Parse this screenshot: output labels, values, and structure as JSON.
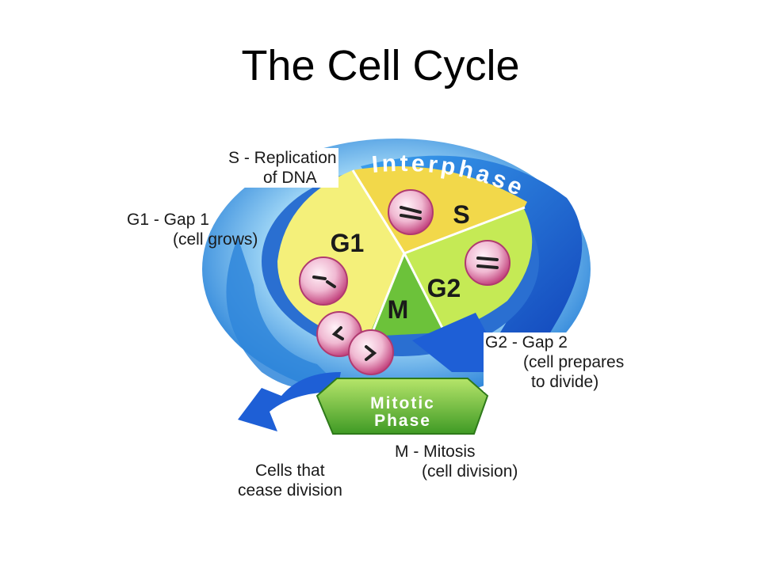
{
  "title": "The Cell Cycle",
  "ring": {
    "interphase": "Interphase",
    "mitotic_line1": "Mitotic",
    "mitotic_line2": "Phase"
  },
  "phases": {
    "g1": "G1",
    "s": "S",
    "g2": "G2",
    "m": "M"
  },
  "labels": {
    "s_line1": "S - Replication",
    "s_line2": "of DNA",
    "g1_line1": "G1 - Gap 1",
    "g1_line2": "(cell grows)",
    "g2_line1": "G2 - Gap 2",
    "g2_line2": "(cell prepares",
    "g2_line3": "to divide)",
    "m_line1": "M - Mitosis",
    "m_line2": "(cell division)",
    "cease_line1": "Cells that",
    "cease_line2": "cease division"
  },
  "colors": {
    "ring_blue": "#1e5fd6",
    "ring_light": "#8fd0f5",
    "g1_yellow": "#f4f07a",
    "s_yellow": "#f2d84a",
    "g2_green": "#c5ea55",
    "m_green": "#6cc23a",
    "mitotic_band": "#5db83a",
    "cell_pink": "#e8a4c4"
  }
}
